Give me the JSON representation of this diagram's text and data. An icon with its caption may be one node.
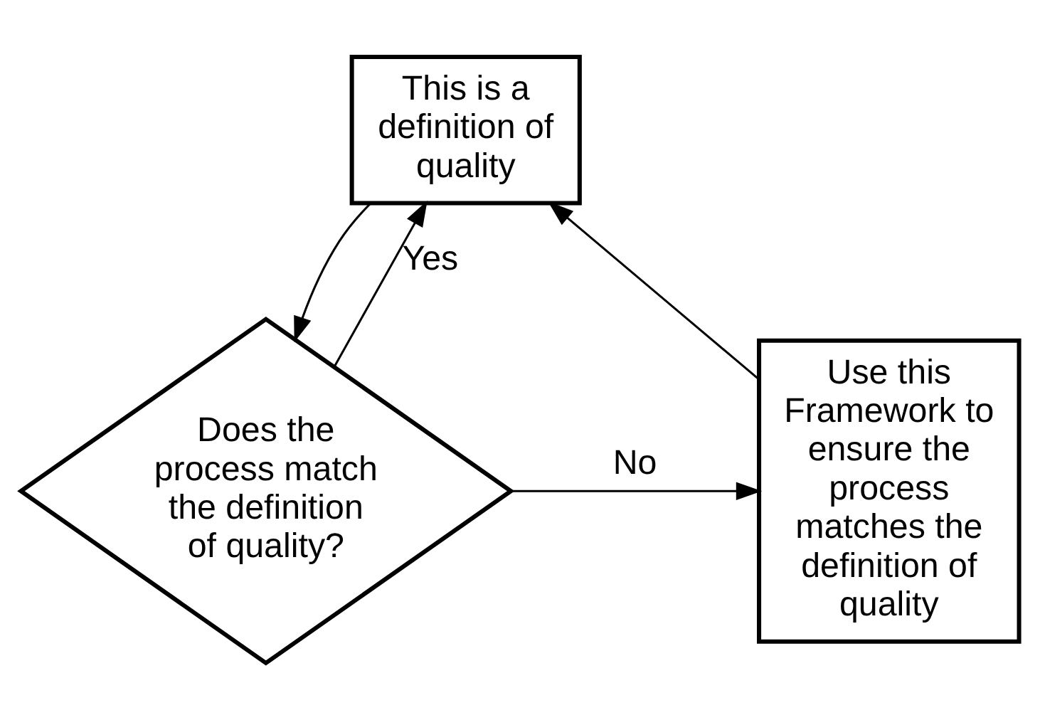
{
  "diagram": {
    "nodes": [
      {
        "text": [
          "This is a definition of quality"
        ]
      },
      {
        "text": [
          "Does the process match the definition of quality?"
        ]
      },
      {
        "text": [
          "Use this Framework to ensure the process matches the definition of quality"
        ]
      }
    ],
    "edges": [
      {
        "from": 0,
        "to": 1,
        "arrow": "to"
      },
      {
        "from": 1,
        "to": 0,
        "arrow": "to",
        "label": "Yes"
      },
      {
        "from": 1,
        "to": 2,
        "arrow": "to",
        "label": "No"
      },
      {
        "from": 2,
        "to": 0,
        "arrow": "to"
      }
    ]
  }
}
